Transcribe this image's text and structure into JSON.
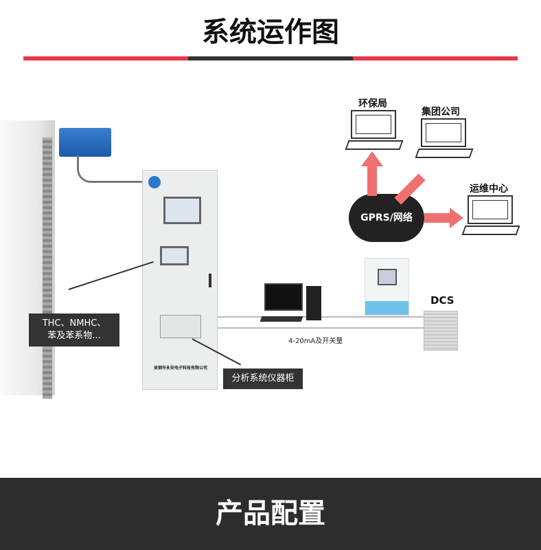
{
  "header": {
    "title": "系统运作图"
  },
  "colors": {
    "accent": "#e8374a",
    "dark": "#333333"
  },
  "diagram": {
    "sample_label": "THC、NMHC、\n苯及苯系物...",
    "sample_line1": "THC、NMHC、",
    "sample_line2": "苯及苯系物...",
    "cabinet_label": "分析系统仪器柜",
    "cabinet_company": "吴钢市永安电子科技有限公司",
    "signal_label": "4-20mA及开关量",
    "dcs_label": "DCS",
    "network_label": "GPRS/网络",
    "nodes": [
      "环保局",
      "集团公司",
      "运维中心"
    ]
  },
  "footer": {
    "title": "产品配置"
  }
}
